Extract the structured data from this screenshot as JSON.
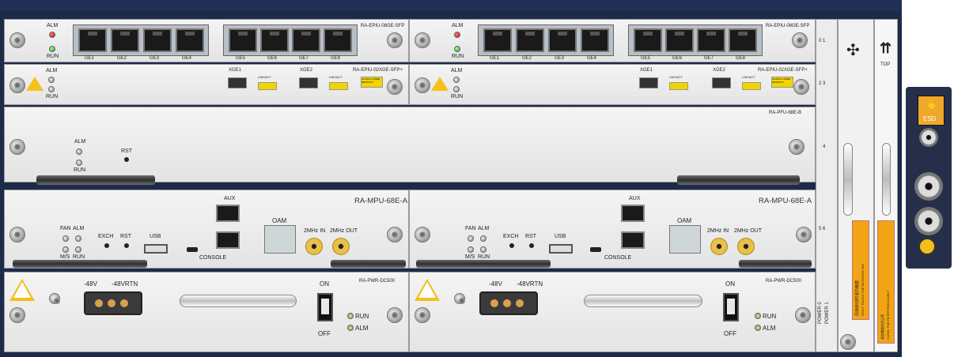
{
  "epiu_08ge": {
    "alm": "ALM",
    "run": "RUN",
    "model": "RA-EPIU-08GE-SFP",
    "ports": [
      "GE1",
      "GE2",
      "GE3",
      "GE4",
      "GE5",
      "GE6",
      "GE7",
      "GE8"
    ]
  },
  "epiu_02xge": {
    "alm": "ALM",
    "run": "RUN",
    "model": "RA-EPIU-02XGE-SFP+",
    "ports": [
      "XGE1",
      "XGE2"
    ],
    "lnk": "LNK/ACT",
    "class": "CLASS 1 LASER PRODUCT"
  },
  "pfu": {
    "model": "RA-PFU-68E-B",
    "alm": "ALM",
    "run": "RUN",
    "rst": "RST"
  },
  "mpu": {
    "model": "RA-MPU-68E-A",
    "fan": "FAN",
    "alm": "ALM",
    "ms": "M/S",
    "run": "RUN",
    "exch": "EXCH",
    "rst": "RST",
    "usb": "USB",
    "aux": "AUX",
    "console": "CONSOLE",
    "oam": "OAM",
    "clk_in": "2MHz IN",
    "clk_out": "2MHz OUT"
  },
  "pwr": {
    "model": "RA-PWR-DC500",
    "neg48": "-48V",
    "rtn": "-48VRTN",
    "on": "ON",
    "off": "OFF",
    "run": "RUN",
    "alm": "ALM",
    "switch_on": "—",
    "switch_off": "O"
  },
  "slots": {
    "s01": "0  1",
    "s23": "2  3",
    "s4": "4",
    "s56": "5  6",
    "power": "POWER 0",
    "power1": "POWER 1"
  },
  "fan": {
    "top": "TOP",
    "warn_cn": "风扇转动时请勿触摸",
    "warn_en": "DON'T TOUCH THE ROTATING FAN",
    "filter_cn": "请定期清洗防尘网",
    "filter_en": "CLEAN THE FILTER REGULARLY"
  },
  "esd": {
    "label": "ESD"
  }
}
